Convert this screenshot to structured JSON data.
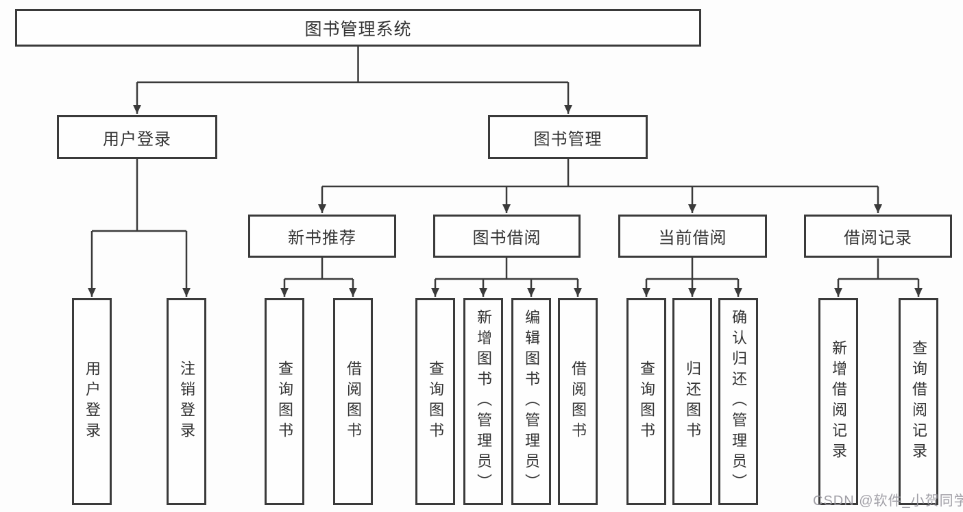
{
  "diagram_title": "图书管理系统",
  "tree": {
    "root": {
      "label": "图书管理系统",
      "children": [
        {
          "label": "用户登录",
          "children": [
            {
              "label": "用户登录"
            },
            {
              "label": "注销登录"
            }
          ]
        },
        {
          "label": "图书管理",
          "children": [
            {
              "label": "新书推荐",
              "children": [
                {
                  "label": "查询图书"
                },
                {
                  "label": "借阅图书"
                }
              ]
            },
            {
              "label": "图书借阅",
              "children": [
                {
                  "label": "查询图书"
                },
                {
                  "label": "新增图书（管理员）"
                },
                {
                  "label": "编辑图书（管理员）"
                },
                {
                  "label": "借阅图书"
                }
              ]
            },
            {
              "label": "当前借阅",
              "children": [
                {
                  "label": "查询图书"
                },
                {
                  "label": "归还图书"
                },
                {
                  "label": "确认归还（管理员）"
                }
              ]
            },
            {
              "label": "借阅记录",
              "children": [
                {
                  "label": "新增借阅记录"
                },
                {
                  "label": "查询借阅记录"
                }
              ]
            }
          ]
        }
      ]
    }
  },
  "watermark": {
    "text": "CSDN @软件_小贺同学"
  },
  "colors": {
    "line": "#3a3a3a",
    "box_border": "#3a3a3a",
    "box_fill": "#fefefe",
    "text": "#333333",
    "watermark": "#98969e",
    "background": "#fdfdfd"
  }
}
